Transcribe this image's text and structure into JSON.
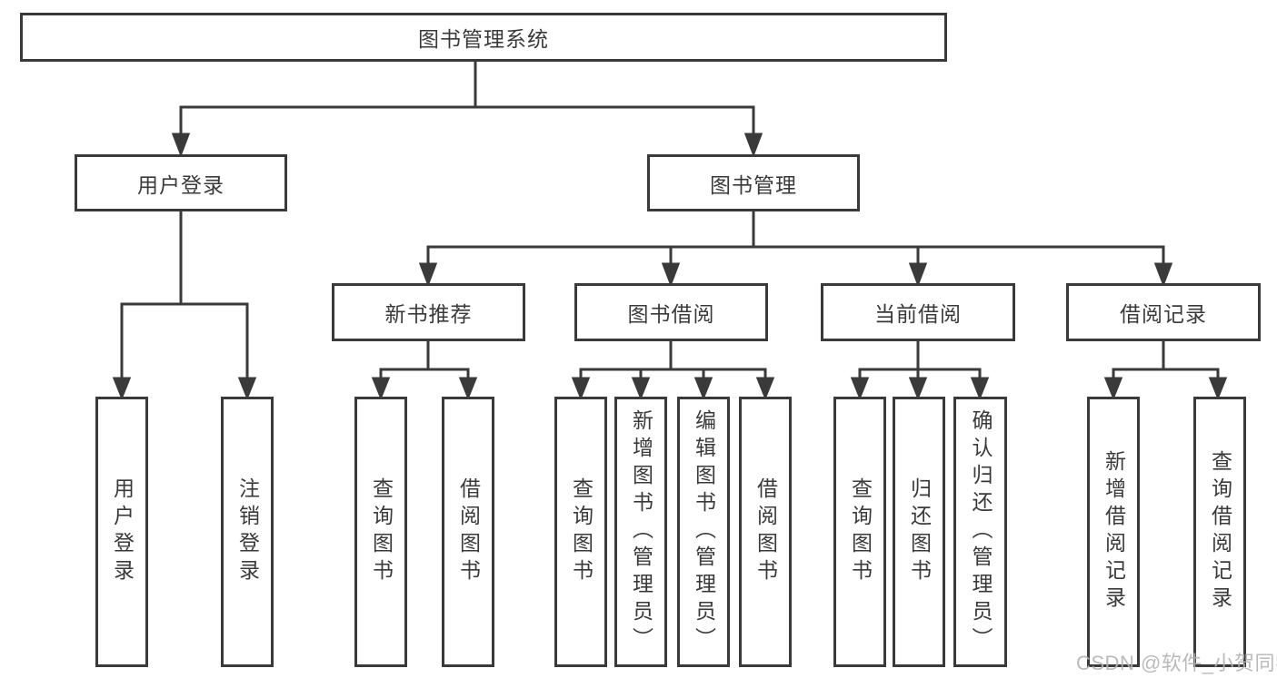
{
  "tree": {
    "root": "图书管理系统",
    "login": {
      "label": "用户登录",
      "children": [
        "用户登录",
        "注销登录"
      ]
    },
    "management": {
      "label": "图书管理",
      "sections": [
        {
          "label": "新书推荐",
          "children": [
            "查询图书",
            "借阅图书"
          ]
        },
        {
          "label": "图书借阅",
          "children": [
            "查询图书",
            "新增图书（管理员）",
            "编辑图书（管理员）",
            "借阅图书"
          ]
        },
        {
          "label": "当前借阅",
          "children": [
            "查询图书",
            "归还图书",
            "确认归还（管理员）"
          ]
        },
        {
          "label": "借阅记录",
          "children": [
            "新增借阅记录",
            "查询借阅记录"
          ]
        }
      ]
    }
  },
  "watermark": "CSDN @软件_小贺同学",
  "colors": {
    "line": "#3a3a3a",
    "text": "#3a3a3a",
    "background": "#ffffff",
    "watermark": "#b3b3b3"
  }
}
